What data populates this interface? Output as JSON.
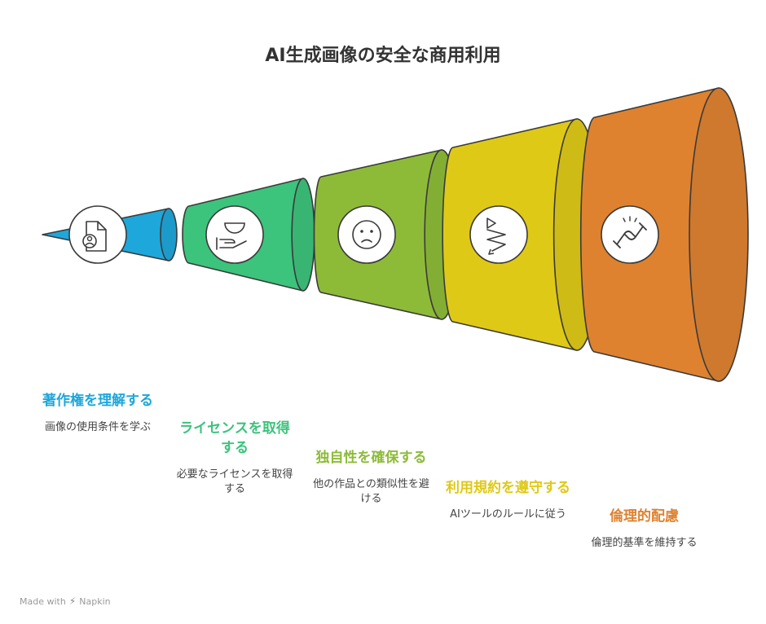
{
  "title": "AI生成画像の安全な商用利用",
  "stages": [
    {
      "head": "著作権を理解する",
      "desc": "画像の使用条件を学ぶ",
      "color": "#1EA7DA",
      "icon": "document-person-icon"
    },
    {
      "head": "ライセンスを取得する",
      "desc": "必要なライセンスを取得する",
      "color": "#3CC37C",
      "icon": "hand-bowl-icon"
    },
    {
      "head": "独自性を確保する",
      "desc": "他の作品との類似性を避ける",
      "color": "#8DBB38",
      "icon": "frown-face-icon"
    },
    {
      "head": "利用規約を遵守する",
      "desc": "AIツールのルールに従う",
      "color": "#DFC917",
      "icon": "zigzag-arrow-icon"
    },
    {
      "head": "倫理的配慮",
      "desc": "倫理的基準を維持する",
      "color": "#DE8230",
      "icon": "handshake-icon"
    }
  ],
  "footer": {
    "made_with": "Made with",
    "brand": "Napkin"
  }
}
